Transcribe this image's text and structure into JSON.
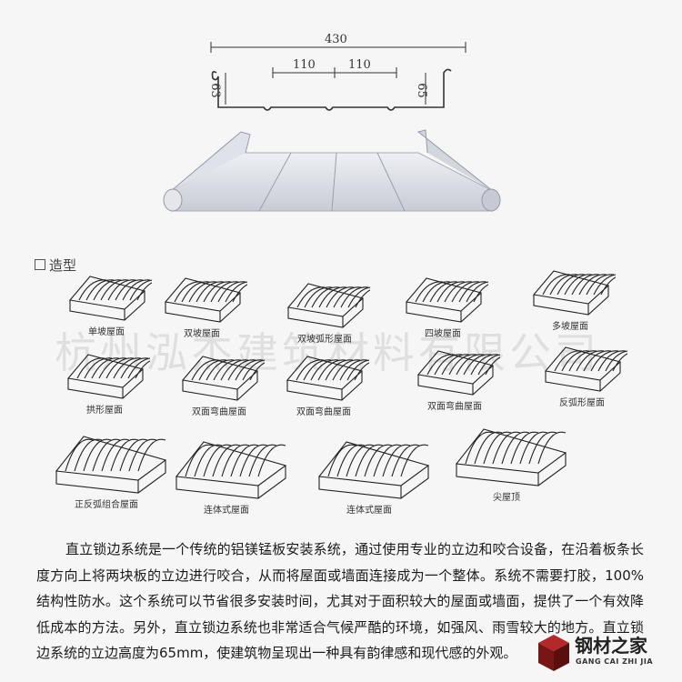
{
  "profile": {
    "width_label": "430",
    "rib_spacing_left": "110",
    "rib_spacing_right": "110",
    "height_left": "63",
    "height_right": "65"
  },
  "section": {
    "checkbox_icon": "square-icon",
    "title": "造型"
  },
  "watermark": "杭州泓杰建筑材料有限公司",
  "shapes": [
    {
      "label": "单坡屋面"
    },
    {
      "label": "双坡屋面"
    },
    {
      "label": "双坡弧形屋面"
    },
    {
      "label": "四坡屋面"
    },
    {
      "label": "多坡屋面"
    },
    {
      "label": "拱形屋面"
    },
    {
      "label": "双面弯曲屋面"
    },
    {
      "label": "双面弯曲屋面"
    },
    {
      "label": "双面弯曲屋面"
    },
    {
      "label": "反弧形屋面"
    },
    {
      "label": "正反弧组合屋面"
    },
    {
      "label": "连体式屋面"
    },
    {
      "label": "连体式屋面"
    },
    {
      "label": "尖屋顶"
    }
  ],
  "description": "直立锁边系统是一个传统的铝镁锰板安装系统，通过使用专业的立边和咬合设备，在沿着板条长度方向上将两块板的立边进行咬合，从而将屋面或墙面连接成为一个整体。系统不需要打胶，100%结构性防水。这个系统可以节省很多安装时间，尤其对于面积较大的屋面或墙面，提供了一个有效降低成本的方法。另外，直立锁边系统也非常适合气候严酷的环境，如强风、雨雪较大的地方。直立锁边系统的立边高度为65mm，使建筑物呈现出一种具有韵律感和现代感的外观。",
  "logo": {
    "name": "钢材之家",
    "pinyin": "GANG CAI ZHI JIA",
    "color": "#8b1a1a"
  }
}
